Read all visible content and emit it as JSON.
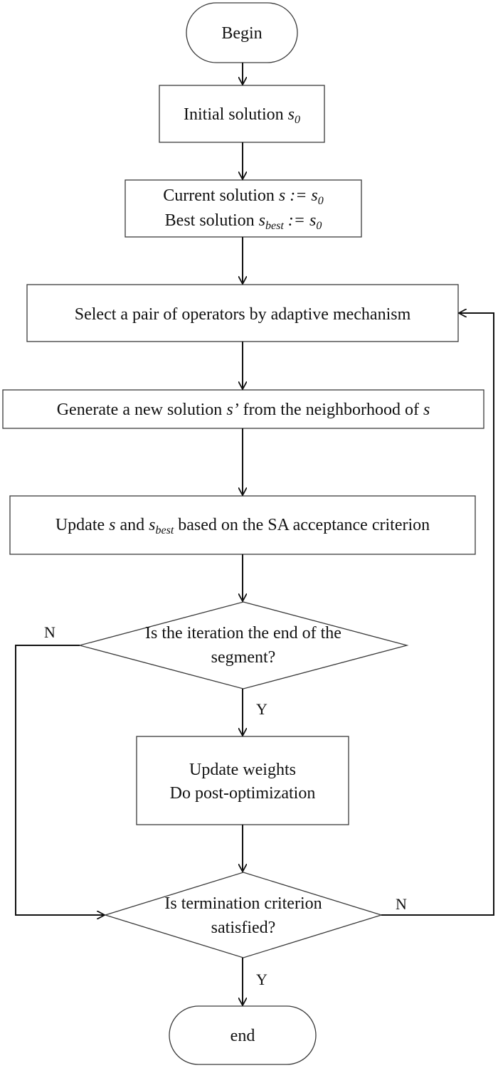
{
  "nodes": {
    "begin": "Begin",
    "initial": {
      "text": "Initial solution ",
      "var": "s",
      "sub": "0"
    },
    "current_line1": {
      "text": "Current solution ",
      "var": "s",
      "op": " := ",
      "var2": "s",
      "sub2": "0"
    },
    "current_line2": {
      "text": "Best solution ",
      "var": "s",
      "sub": "best",
      "op": " := ",
      "var2": "s",
      "sub2": "0"
    },
    "select": "Select a pair of operators by adaptive mechanism",
    "generate": {
      "pre": "Generate a new solution ",
      "var": "s",
      "prime": "’",
      "mid": "  from the neighborhood of ",
      "var2": "s"
    },
    "update": {
      "pre": "Update ",
      "var": "s",
      "mid": " and ",
      "var2": "s",
      "sub2": "best",
      "post": " based on the SA acceptance criterion"
    },
    "decision1": {
      "line1": "Is the iteration the end of the",
      "line2": "segment?"
    },
    "weights": {
      "line1": "Update weights",
      "line2": "Do post-optimization"
    },
    "decision2": {
      "line1": "Is termination criterion",
      "line2": "satisfied?"
    },
    "end": "end"
  },
  "branches": {
    "yes": "Y",
    "no": "N"
  }
}
